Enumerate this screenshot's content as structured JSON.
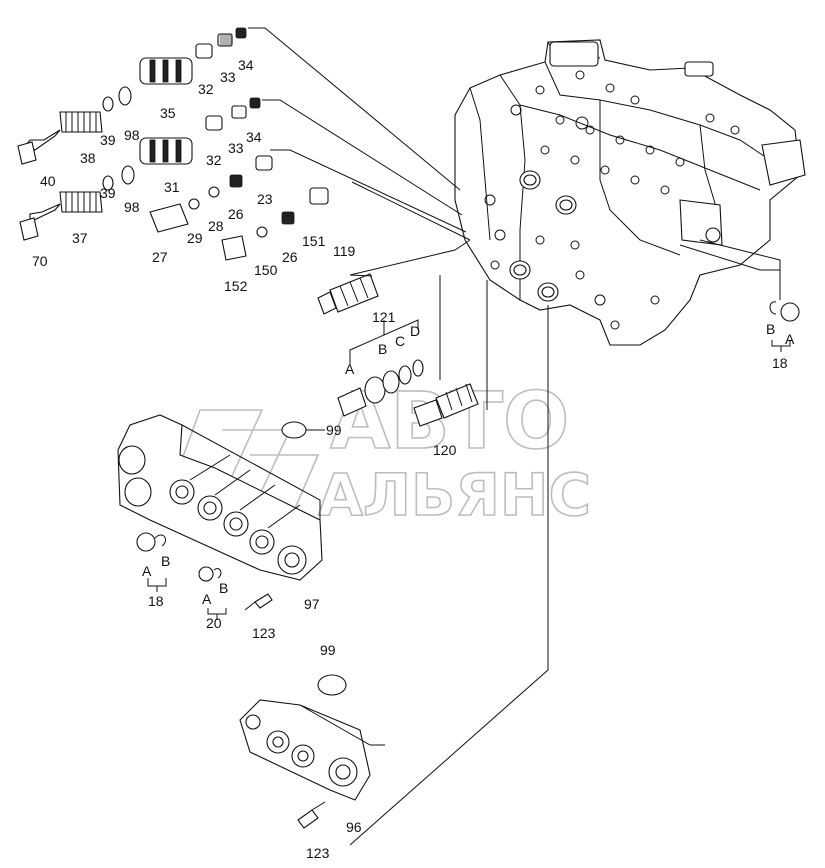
{
  "watermark": {
    "line1": "АВТО",
    "line2": "АЛЬЯНС"
  },
  "labels": {
    "p40": "40",
    "p38": "38",
    "p39a": "39",
    "p98a": "98",
    "p35": "35",
    "p32a": "32",
    "p33a": "33",
    "p34a": "34",
    "p31": "31",
    "p39b": "39",
    "p98b": "98",
    "p37": "37",
    "p70": "70",
    "p32b": "32",
    "p33b": "33",
    "p34b": "34",
    "p23": "23",
    "p26a": "26",
    "p28": "28",
    "p29": "29",
    "p27": "27",
    "p151": "151",
    "p26b": "26",
    "p150": "150",
    "p152": "152",
    "p119": "119",
    "p121": "121",
    "A1": "A",
    "B1": "B",
    "C1": "C",
    "D1": "D",
    "p99a": "99",
    "p120": "120",
    "A2": "A",
    "B2": "B",
    "p18a": "18",
    "A3": "A",
    "B3": "B",
    "p20": "20",
    "A4": "A",
    "B4": "B",
    "p18b": "18",
    "p97": "97",
    "p123a": "123",
    "p99b": "99",
    "p96": "96",
    "p123b": "123"
  }
}
